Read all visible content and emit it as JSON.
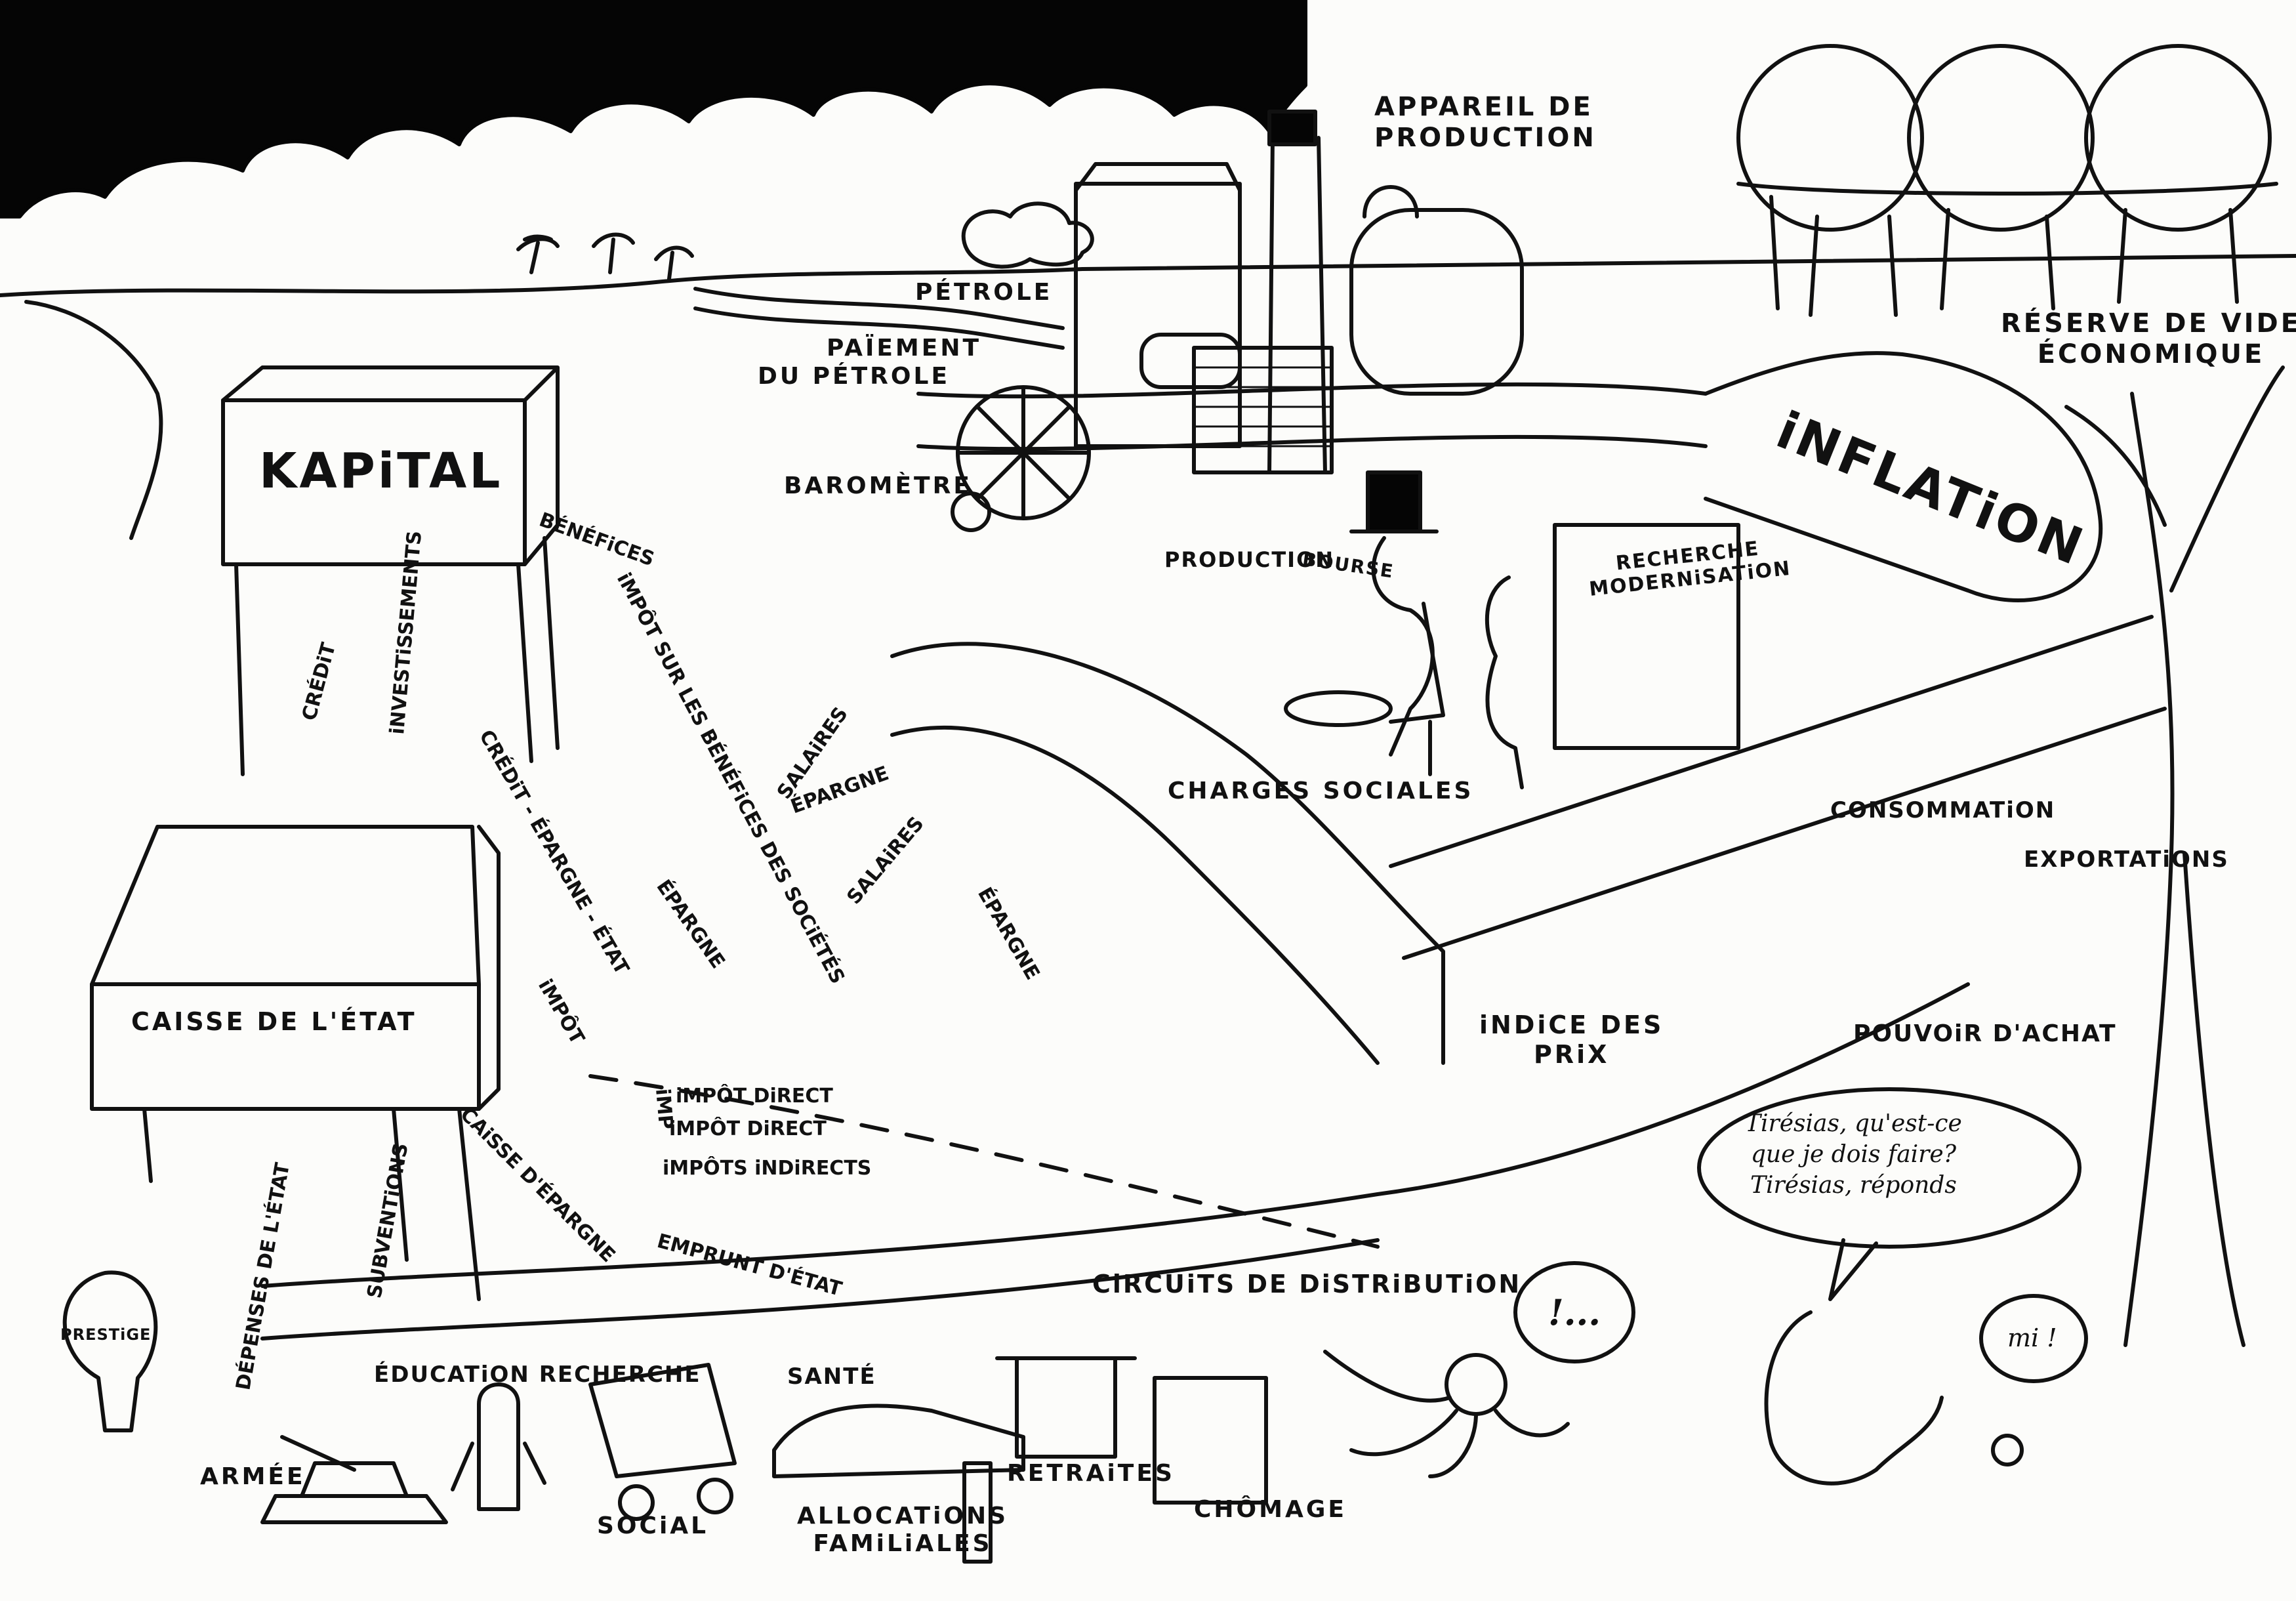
{
  "labels": {
    "appareil": "APPAREIL DE\nPRODUCTION",
    "reserve": "RÉSERVE DE VIDE\nÉCONOMIQUE",
    "petrole": "PÉTROLE",
    "paiement_line1": "PAÏEMENT",
    "paiement_line2": "DU   PÉTROLE",
    "kapital": "KAPiTAL",
    "inflation": "iNFLATiON",
    "barometre": "BAROMÈTRE",
    "production": "PRODUCTION",
    "bourse": "BOURSE",
    "recherche": "RECHERCHE\nMODERNiSATiON",
    "charges": "CHARGES SOCIALES",
    "consommation": "CONSOMMATiON",
    "exportations": "EXPORTATiONS",
    "caisse": "CAISSE DE L'ÉTAT",
    "indice": "iNDiCE DES\nPRiX",
    "pouvoir": "POUVOiR D'ACHAT",
    "circuits": "CiRCUiTS DE DiSTRiBUTiON",
    "education": "ÉDUCATiON RECHERCHE",
    "sante": "SANTÉ",
    "prestige": "PRESTiGE",
    "armee": "ARMÉE",
    "social": "SOCiAL",
    "allocations": "ALLOCATiONS\nFAMiLiALES",
    "retraites": "RETRAiTES",
    "chomage": "CHÔMAGE"
  },
  "pipes": {
    "benefices": "BÉNÉFiCES",
    "credit": "CRÉDiT",
    "investissements": "iNVESTiSSEMENTS",
    "impot_benefices": "iMPÔT SUR LES BÉNÉFiCES DES SOCiÉTÉS",
    "credit_epargne": "CRÉDiT - ÉPARGNE - ÉTAT",
    "salaires": "SALAiRES",
    "salaires_2": "SALAiRES",
    "epargne": "ÉPARGNE",
    "epargne_2": "ÉPARGNE",
    "epargne_3": "ÉPARGNE",
    "impot": "iMPÔT",
    "impot_direct": "iMPÔT DiRECT",
    "impot_direct_2": "iMPÔT DiRECT",
    "impots_indirects": "iMPÔTS iNDiRECTS",
    "imp": "iMP",
    "caisse_epargne": "CAiSSE D'ÉPARGNE",
    "emprunt": "EMPRUNT D'ÉTAT",
    "depenses": "DÉPENSES DE L'ÉTAT",
    "subventions": "SUBVENTiONS"
  },
  "speech": {
    "tiresias": "Tirésias, qu'est-ce\nque je dois faire?\nTirésias, réponds",
    "exclaim": "!...",
    "mi": "mi !"
  },
  "colors": {
    "ink": "#111111",
    "paper": "#fcfcfa",
    "smoke": "#050505"
  }
}
